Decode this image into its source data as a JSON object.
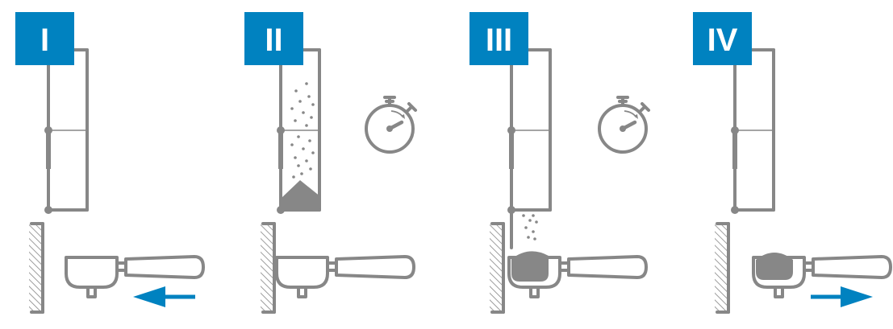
{
  "steps": [
    {
      "label": "I"
    },
    {
      "label": "II"
    },
    {
      "label": "III"
    },
    {
      "label": "IV"
    }
  ],
  "colors": {
    "accent": "#0082c0",
    "line": "#878787",
    "background": "#ffffff"
  },
  "icons": [
    "grinder-icon",
    "portafilter-icon",
    "stopwatch-icon",
    "arrow-left-icon",
    "arrow-right-icon",
    "wall-icon"
  ]
}
